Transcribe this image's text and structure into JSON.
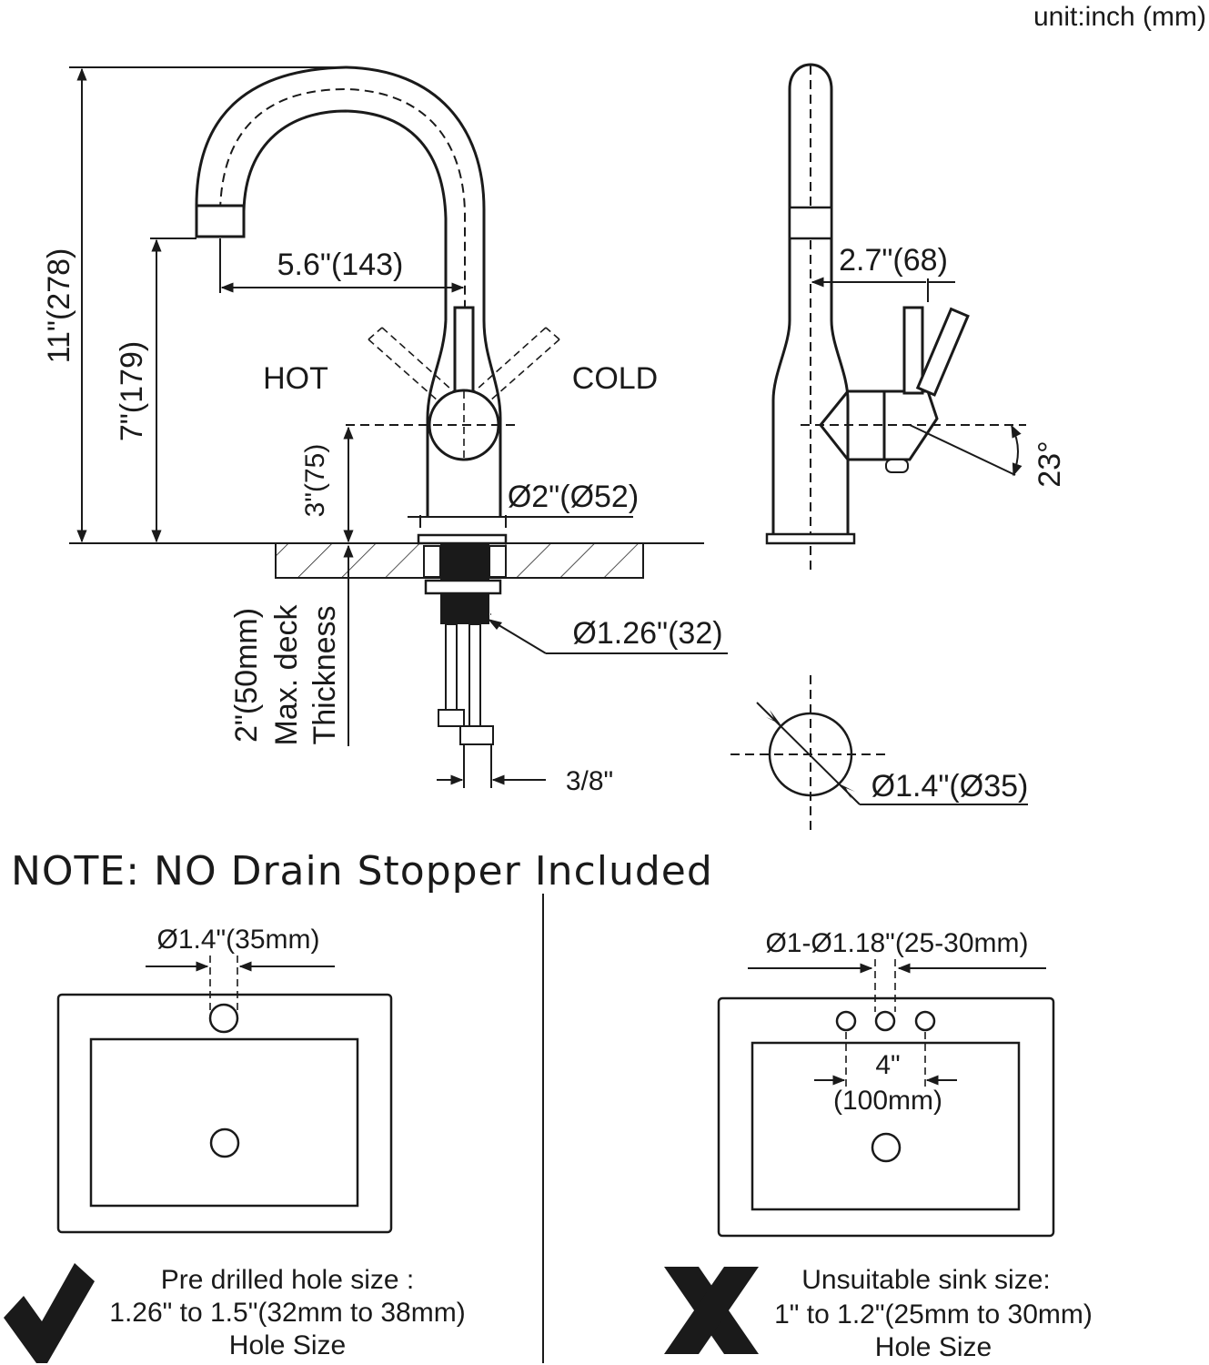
{
  "unit_label": "unit:inch (mm)",
  "front_view": {
    "height_total": "11\"(278)",
    "spout_height": "7\"(179)",
    "reach": "5.6\"(143)",
    "hot_label": "HOT",
    "cold_label": "COLD",
    "handle_height": "3\"(75)",
    "base_diameter": "Ø2\"(Ø52)",
    "shank_diameter": "Ø1.26\"(32)",
    "deck_thickness_line1": "2\"(50mm)",
    "deck_thickness_line2": "Max. deck",
    "deck_thickness_line3": "Thickness",
    "hose_size": "3/8\""
  },
  "side_view": {
    "handle_offset": "2.7\"(68)",
    "angle": "23°"
  },
  "hole_view": {
    "hole_diameter": "Ø1.4\"(Ø35)"
  },
  "note": "NOTE: NO Drain Stopper Included",
  "sink_ok": {
    "hole_label": "Ø1.4\"(35mm)",
    "caption_line1": "Pre drilled hole size :",
    "caption_line2": "1.26\" to 1.5\"(32mm to 38mm)",
    "caption_line3": "Hole Size",
    "mark_icon": "checkmark-icon"
  },
  "sink_bad": {
    "hole_label": "Ø1-Ø1.18\"(25-30mm)",
    "spacing_line1": "4\"",
    "spacing_line2": "(100mm)",
    "caption_line1": "Unsuitable sink size:",
    "caption_line2": "1\" to 1.2\"(25mm to 30mm)",
    "caption_line3": "Hole Size",
    "mark_icon": "cross-icon"
  }
}
